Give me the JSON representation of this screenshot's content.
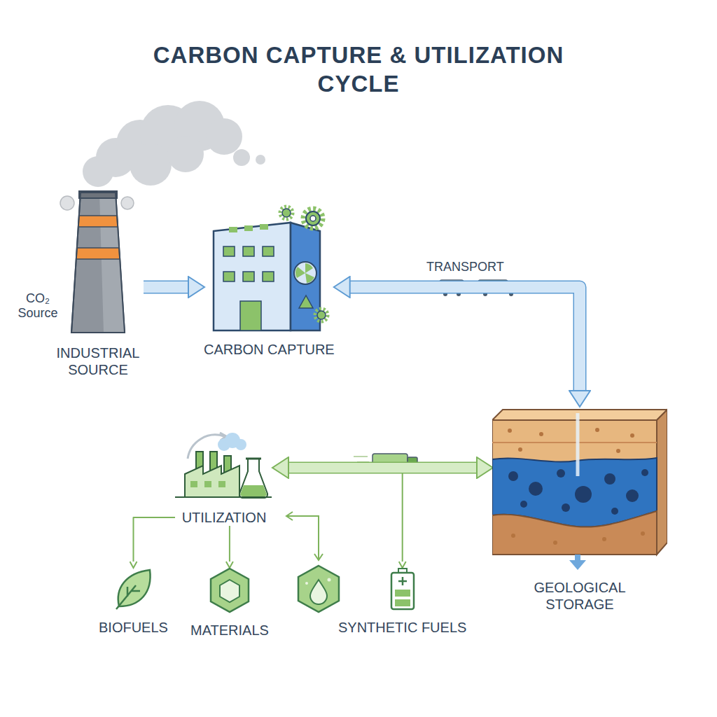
{
  "diagram": {
    "title": "CARBON CAPTURE & UTILIZATION CYCLE",
    "nodes": [
      {
        "text": [
          "INDUSTRIAL SOURCE"
        ]
      },
      {
        "text": [
          "CARBON CAPTURE"
        ]
      },
      {
        "text": [
          "GEOLOGICAL STORAGE"
        ]
      },
      {
        "text": [
          "UTILIZATION"
        ]
      },
      {
        "text": [
          "BIOFUELS"
        ]
      },
      {
        "text": [
          "MATERIALS"
        ]
      },
      {
        "text": [
          "SYNTHETIC FUELS"
        ]
      }
    ],
    "edges": [
      {
        "from": 0,
        "to": 1,
        "arrow": "to"
      },
      {
        "from": 1,
        "to": 2,
        "label": "TRANSPORT",
        "arrow": "both"
      },
      {
        "from": 3,
        "to": 2,
        "arrow": "both"
      },
      {
        "from": 3,
        "to": 4,
        "arrow": "to"
      },
      {
        "from": 3,
        "to": 5,
        "arrow": "to"
      },
      {
        "from": 3,
        "to": 6,
        "arrow": "to"
      }
    ],
    "labels": [
      "CO₂ Source"
    ]
  }
}
